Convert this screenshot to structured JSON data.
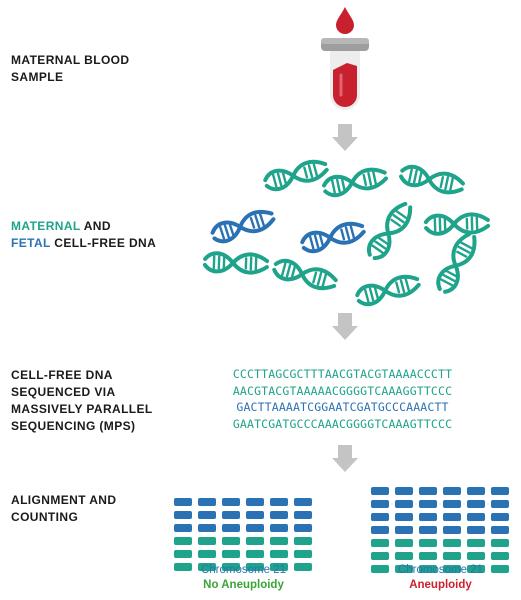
{
  "steps": {
    "blood": {
      "line1": "MATERNAL BLOOD",
      "line2": "SAMPLE"
    },
    "cfdna": {
      "maternal": "MATERNAL",
      "and": " AND",
      "fetal": "FETAL",
      "rest": " CELL-FREE DNA"
    },
    "mps": {
      "line1": "CELL-FREE DNA",
      "line2": "SEQUENCED VIA",
      "line3": "MASSIVELY PARALLEL",
      "line4": "SEQUENCING (MPS)"
    },
    "alignment": {
      "line1": "ALIGNMENT AND",
      "line2": "COUNTING"
    }
  },
  "sequences": [
    {
      "text": "CCCTTAGCGCTTTAACGTACGTAAAACCCTT",
      "color": "#1fa38a"
    },
    {
      "text": "AACGTACGTAAAAACGGGGTCAAAGGTTCCC",
      "color": "#1fa38a"
    },
    {
      "text": "GACTTAAAATCGGAATCGATGCCCAAACTT",
      "color": "#2b72b5"
    },
    {
      "text": "GAATCGATGCCCAAACGGGGTCAAAGTTCCC",
      "color": "#1fa38a"
    }
  ],
  "results": {
    "left": {
      "chromosome": "Chromosome 21",
      "status": "No Aneuploidy",
      "status_color": "#3aa535",
      "blue_rows": 3,
      "teal_rows": 3
    },
    "right": {
      "chromosome": "Chromosome 21",
      "status": "Aneuploidy",
      "status_color": "#d0202e",
      "blue_rows": 4,
      "teal_rows": 3
    }
  },
  "colors": {
    "teal": "#1fa38a",
    "blue": "#2b72b5",
    "blood": "#c8202e",
    "arrow": "#c4c4c4",
    "cap": "#a9a9a9"
  },
  "icons": [
    "blood-drop-icon",
    "test-tube-icon",
    "dna-helix-icon",
    "down-arrow-icon"
  ]
}
